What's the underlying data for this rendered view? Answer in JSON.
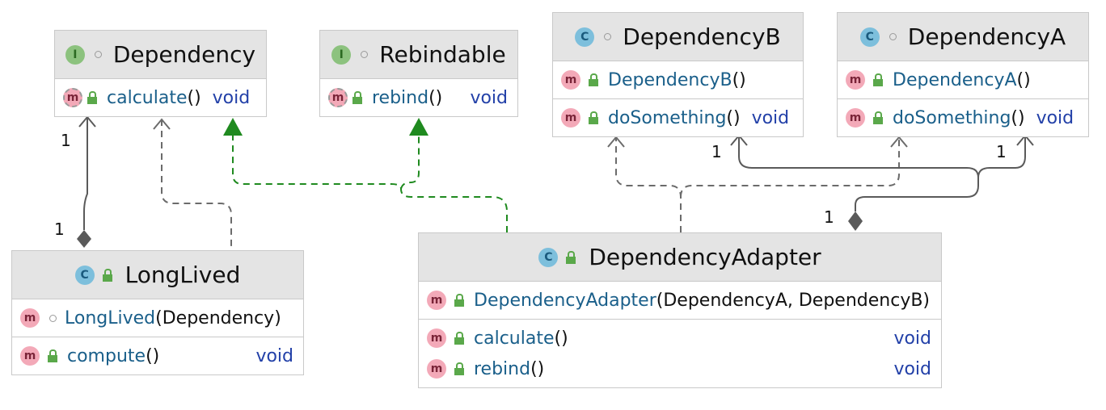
{
  "classes": {
    "dependency": {
      "kind": "I",
      "name": "Dependency",
      "methods": [
        {
          "badge": "m",
          "name": "calculate",
          "params": "()",
          "ret": "void"
        }
      ]
    },
    "rebindable": {
      "kind": "I",
      "name": "Rebindable",
      "methods": [
        {
          "badge": "m",
          "name": "rebind",
          "params": "()",
          "ret": "void"
        }
      ]
    },
    "dependencyB": {
      "kind": "C",
      "name": "DependencyB",
      "ctor": {
        "badge": "m",
        "name": "DependencyB",
        "params": "()"
      },
      "methods": [
        {
          "badge": "m",
          "name": "doSomething",
          "params": "()",
          "ret": "void"
        }
      ]
    },
    "dependencyA": {
      "kind": "C",
      "name": "DependencyA",
      "ctor": {
        "badge": "m",
        "name": "DependencyA",
        "params": "()"
      },
      "methods": [
        {
          "badge": "m",
          "name": "doSomething",
          "params": "()",
          "ret": "void"
        }
      ]
    },
    "longLived": {
      "kind": "C",
      "name": "LongLived",
      "ctor": {
        "badge": "m",
        "name": "LongLived",
        "params": "(Dependency)"
      },
      "methods": [
        {
          "badge": "m",
          "name": "compute",
          "params": "()",
          "ret": "void"
        }
      ]
    },
    "dependencyAdapter": {
      "kind": "C",
      "name": "DependencyAdapter",
      "ctor": {
        "badge": "m",
        "name": "DependencyAdapter",
        "params": "(DependencyA, DependencyB)"
      },
      "methods": [
        {
          "badge": "m",
          "name": "calculate",
          "params": "()",
          "ret": "void"
        },
        {
          "badge": "m",
          "name": "rebind",
          "params": "()",
          "ret": "void"
        }
      ]
    }
  },
  "multiplicities": {
    "longlived_top": "1",
    "longlived_bottom": "1",
    "adapter_b": "1",
    "adapter_a": "1",
    "adapter_src": "1"
  },
  "colors": {
    "realization": "#1f8a1f",
    "dependency": "#6b6b6b",
    "composition": "#5a5a5a"
  }
}
